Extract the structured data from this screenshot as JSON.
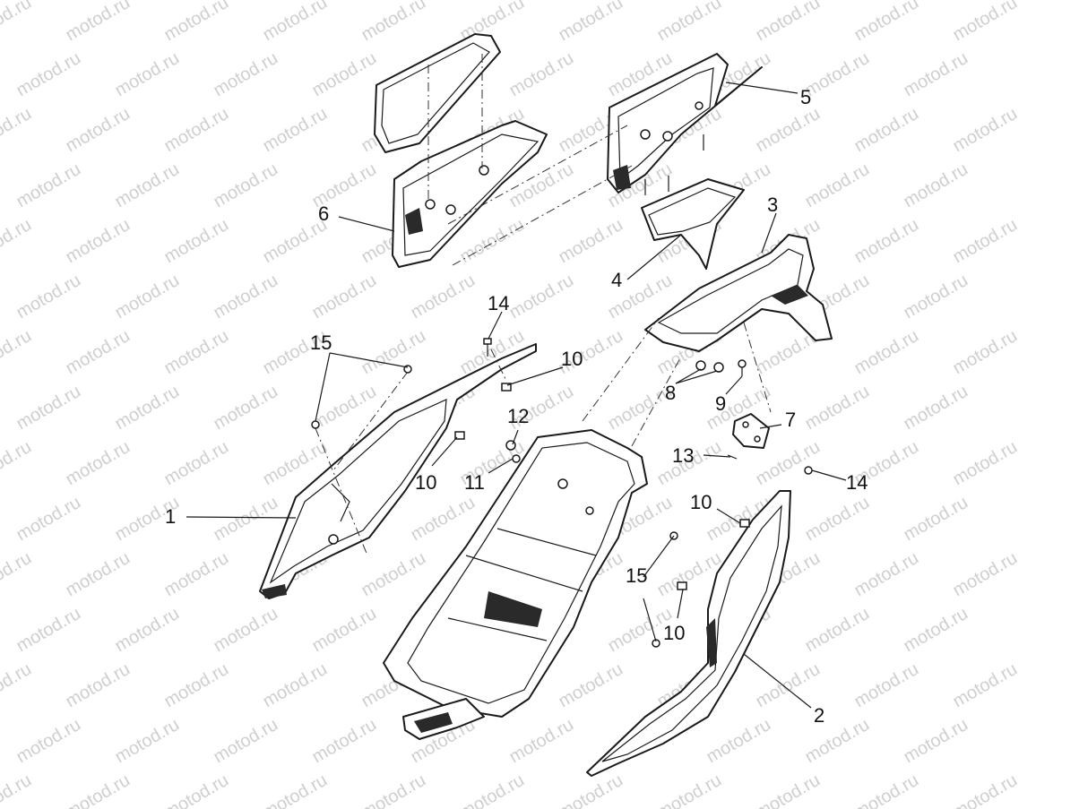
{
  "watermark": {
    "text": "motod.ru"
  },
  "callouts": [
    {
      "id": "c1",
      "label": "1"
    },
    {
      "id": "c2",
      "label": "2"
    },
    {
      "id": "c3",
      "label": "3"
    },
    {
      "id": "c4",
      "label": "4"
    },
    {
      "id": "c5",
      "label": "5"
    },
    {
      "id": "c6",
      "label": "6"
    },
    {
      "id": "c7",
      "label": "7"
    },
    {
      "id": "c8",
      "label": "8"
    },
    {
      "id": "c9",
      "label": "9"
    },
    {
      "id": "c10a",
      "label": "10"
    },
    {
      "id": "c10b",
      "label": "10"
    },
    {
      "id": "c10c",
      "label": "10"
    },
    {
      "id": "c10d",
      "label": "10"
    },
    {
      "id": "c11",
      "label": "11"
    },
    {
      "id": "c12",
      "label": "12"
    },
    {
      "id": "c13",
      "label": "13"
    },
    {
      "id": "c14a",
      "label": "14"
    },
    {
      "id": "c14b",
      "label": "14"
    },
    {
      "id": "c15a",
      "label": "15"
    },
    {
      "id": "c15b",
      "label": "15"
    }
  ]
}
